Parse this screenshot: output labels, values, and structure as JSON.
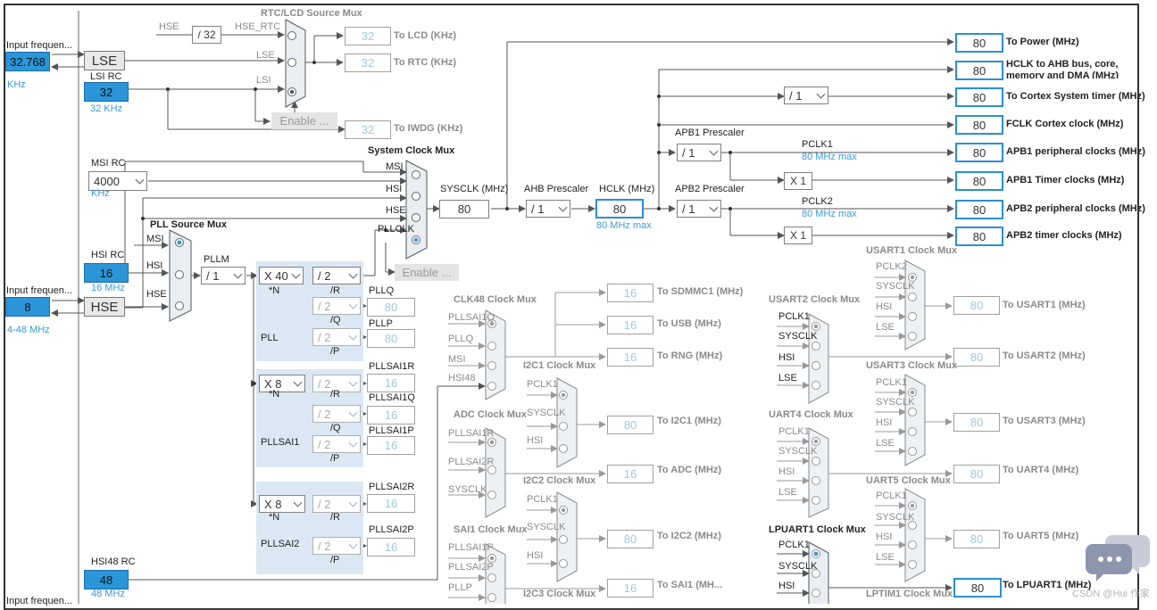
{
  "inputs": {
    "input_freq_label": "Input frequen...",
    "lse_value": "32.768",
    "lse_unit": "KHz",
    "hse_value": "8",
    "hse_range": "4-48 MHz",
    "input_freq_label2": "Input frequen...",
    "input_freq_label3": "Input frequen..."
  },
  "oscillators": {
    "lse": "LSE",
    "hse": "HSE",
    "lsi_rc_title": "LSI RC",
    "lsi_value": "32",
    "lsi_unit": "32 KHz",
    "msi_rc_title": "MSI RC",
    "msi_value": "4000",
    "msi_unit": "KHz",
    "hsi_rc_title": "HSI RC",
    "hsi_value": "16",
    "hsi_unit": "16 MHz",
    "hsi48_rc_title": "HSI48 RC",
    "hsi48_value": "48",
    "hsi48_unit": "48 MHz"
  },
  "rtc": {
    "title": "RTC/LCD Source Mux",
    "hse_label": "HSE",
    "div32": "/ 32",
    "hse_rtc": "HSE_RTC",
    "lse": "LSE",
    "lsi": "LSI",
    "enable": "Enable ...",
    "lcd_value": "32",
    "lcd_label": "To LCD (KHz)",
    "rtc_value": "32",
    "rtc_label": "To RTC (KHz)",
    "iwdg_value": "32",
    "iwdg_label": "To IWDG (KHz)"
  },
  "sysclk": {
    "title": "System Clock Mux",
    "msi": "MSI",
    "hsi": "HSI",
    "hse": "HSE",
    "pllclk": "PLLCLK",
    "enable": "Enable ...",
    "sysclk_label": "SYSCLK (MHz)",
    "sysclk_value": "80",
    "ahb_label": "AHB Prescaler",
    "ahb_value": "/ 1",
    "hclk_label": "HCLK (MHz)",
    "hclk_value": "80",
    "hclk_max": "80 MHz max",
    "apb1_label": "APB1 Prescaler",
    "apb1_value": "/ 1",
    "apb2_label": "APB2 Prescaler",
    "apb2_value": "/ 1",
    "cortex_div": "/ 1",
    "pclk1": "PCLK1",
    "pclk1_max": "80 MHz max",
    "pclk2": "PCLK2",
    "pclk2_max": "80 MHz max",
    "x1a": "X 1",
    "x1b": "X 1"
  },
  "outputs": [
    {
      "value": "80",
      "label": "To Power (MHz)"
    },
    {
      "value": "80",
      "label": "HCLK to AHB bus, core, memory and DMA (MHz)"
    },
    {
      "value": "80",
      "label": "To Cortex System timer (MHz)"
    },
    {
      "value": "80",
      "label": "FCLK Cortex clock (MHz)"
    },
    {
      "value": "80",
      "label": "APB1 peripheral clocks (MHz)"
    },
    {
      "value": "80",
      "label": "APB1 Timer clocks (MHz)"
    },
    {
      "value": "80",
      "label": "APB2 peripheral clocks (MHz)"
    },
    {
      "value": "80",
      "label": "APB2 timer clocks (MHz)"
    }
  ],
  "pll": {
    "source_title": "PLL Source Mux",
    "msi": "MSI",
    "hsi": "HSI",
    "hse": "HSE",
    "pllm_label": "PLLM",
    "pllm_value": "/ 1",
    "pll_name": "PLL",
    "pllsai1_name": "PLLSAI1",
    "pllsai2_name": "PLLSAI2",
    "n1": "X 40",
    "n2": "X 8",
    "n3": "X 8",
    "n_label": "*N",
    "r1": "/ 2",
    "q1": "/ 2",
    "p1": "/ 2",
    "r2": "/ 2",
    "q2": "/ 2",
    "p2": "/ 2",
    "r3": "/ 2",
    "p3": "/ 2",
    "r_label": "/R",
    "q_label": "/Q",
    "p_label": "/P",
    "pllq": "PLLQ",
    "pllq_value": "80",
    "pllp": "PLLP",
    "pllp_value": "80",
    "pllsai1r": "PLLSAI1R",
    "pllsai1r_value": "16",
    "pllsai1q": "PLLSAI1Q",
    "pllsai1q_value": "16",
    "pllsai1p": "PLLSAI1P",
    "pllsai1p_value": "16",
    "pllsai2r": "PLLSAI2R",
    "pllsai2r_value": "16",
    "pllsai2p": "PLLSAI2P",
    "pllsai2p_value": "16"
  },
  "clk48": {
    "title": "CLK48 Clock Mux",
    "in1": "PLLSAI1Q",
    "in2": "PLLQ",
    "in3": "MSI",
    "in4": "HSI48",
    "sdmmc_value": "16",
    "sdmmc_label": "To SDMMC1 (MHz)",
    "usb_value": "16",
    "usb_label": "To USB (MHz)",
    "rng_value": "16",
    "rng_label": "To RNG (MHz)"
  },
  "i2c1": {
    "title": "I2C1 Clock Mux",
    "in1": "PCLK1",
    "in2": "SYSCLK",
    "in3": "HSI",
    "value": "80",
    "label": "To I2C1 (MHz)"
  },
  "adc": {
    "title": "ADC Clock Mux",
    "in1": "PLLSAI1R",
    "in2": "PLLSAI2R",
    "in3": "SYSCLK",
    "value": "16",
    "label": "To ADC (MHz)"
  },
  "i2c2": {
    "title": "I2C2 Clock Mux",
    "in1": "PCLK1",
    "in2": "SYSCLK",
    "in3": "HSI",
    "value": "80",
    "label": "To I2C2 (MHz)"
  },
  "sai1": {
    "title": "SAI1 Clock Mux",
    "in1": "PLLSAI1P",
    "in2": "PLLSAI2P",
    "in3": "PLLP",
    "value": "16",
    "label": "To SAI1 (MH..."
  },
  "i2c3": {
    "title": "I2C3 Clock Mux"
  },
  "usart1": {
    "title": "USART1 Clock Mux",
    "in1": "PCLK2",
    "in2": "SYSCLK",
    "in3": "HSI",
    "in4": "LSE",
    "value": "80",
    "label": "To USART1 (MHz)"
  },
  "usart2": {
    "title": "USART2 Clock Mux",
    "in1": "PCLK1",
    "in2": "SYSCLK",
    "in3": "HSI",
    "in4": "LSE",
    "value": "80",
    "label": "To USART2 (MHz)"
  },
  "usart3": {
    "title": "USART3 Clock Mux",
    "in1": "PCLK1",
    "in2": "SYSCLK",
    "in3": "HSI",
    "in4": "LSE",
    "value": "80",
    "label": "To USART3 (MHz)"
  },
  "uart4": {
    "title": "UART4 Clock Mux",
    "in1": "PCLK1",
    "in2": "SYSCLK",
    "in3": "HSI",
    "in4": "LSE",
    "value": "80",
    "label": "To UART4 (MHz)"
  },
  "uart5": {
    "title": "UART5 Clock Mux",
    "in1": "PCLK1",
    "in2": "SYSCLK",
    "in3": "HSI",
    "in4": "LSE",
    "value": "80",
    "label": "To UART5 (MHz)"
  },
  "lpuart1": {
    "title": "LPUART1 Clock Mux",
    "in1": "PCLK1",
    "in2": "SYSCLK",
    "in3": "HSI",
    "value": "80",
    "label": "To LPUART1 (MHz)"
  },
  "lptim1": {
    "title": "LPTIM1 Clock Mux"
  },
  "watermark": "CSDN @Hui 作家",
  "colors": {
    "accent": "#2b95d9",
    "highlight_border": "#2b8ed6",
    "pll_bg": "#dbe8f4"
  }
}
